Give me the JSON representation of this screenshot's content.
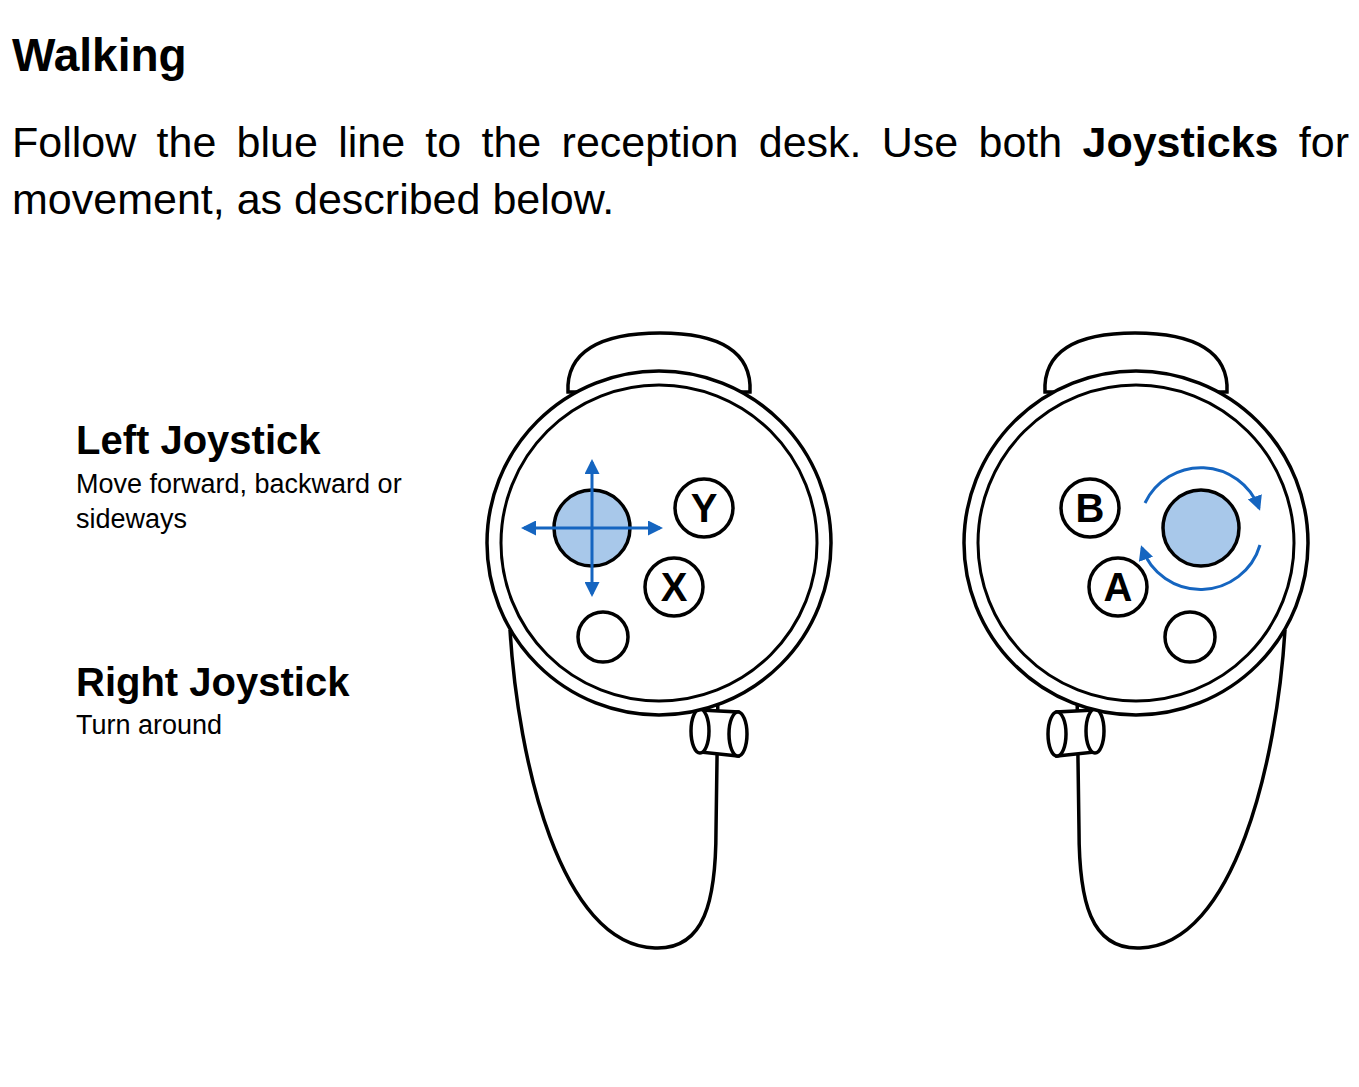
{
  "diagram": {
    "title": "Walking",
    "nodes": [
      {
        "text": [
          "Y"
        ]
      },
      {
        "text": [
          "X"
        ]
      },
      {
        "text": [
          "B"
        ]
      },
      {
        "text": [
          "A"
        ]
      }
    ],
    "labels": [
      "Follow the blue line to the reception desk. Use both",
      "Joysticks",
      "for movement, as described below.",
      "Left Joystick",
      "Move forward, backward or sideways",
      "Right Joystick",
      "Turn around"
    ]
  }
}
